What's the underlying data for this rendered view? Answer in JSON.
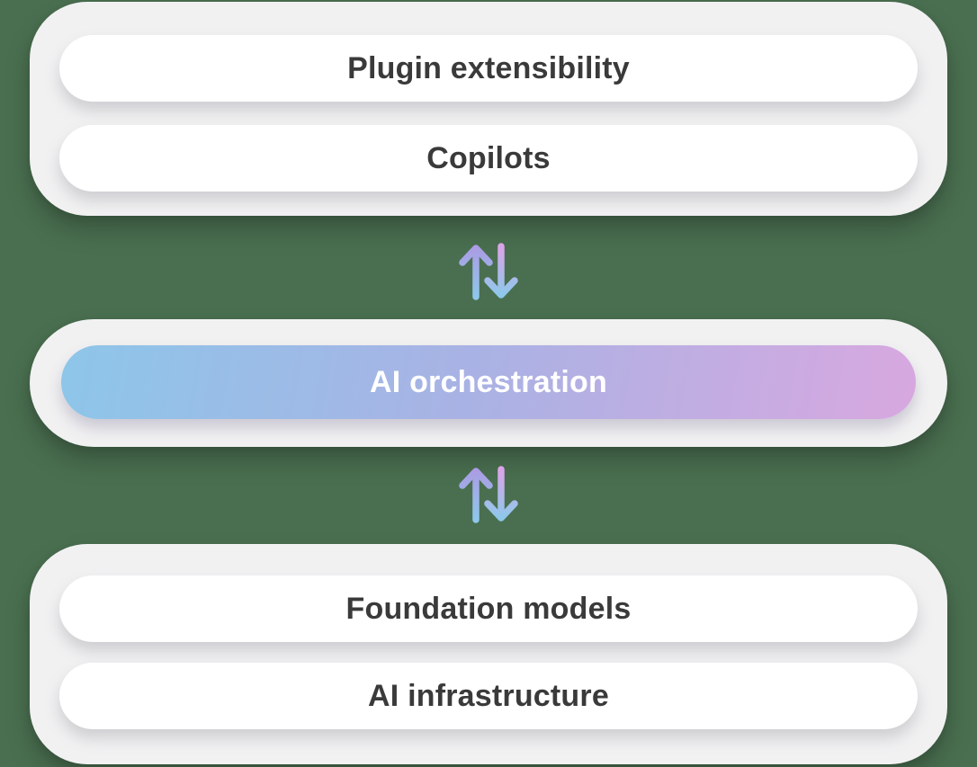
{
  "diagram": {
    "top_group": {
      "items": [
        {
          "label": "Plugin extensibility"
        },
        {
          "label": "Copilots"
        }
      ]
    },
    "middle_group": {
      "label": "AI orchestration"
    },
    "bottom_group": {
      "items": [
        {
          "label": "Foundation models"
        },
        {
          "label": "AI infrastructure"
        }
      ]
    }
  },
  "icons": {
    "between_top_and_middle": "up-down-sync-arrows-icon",
    "between_middle_and_bottom": "up-down-sync-arrows-icon"
  },
  "colors": {
    "background": "#4a6f50",
    "panel": "#f1f1f2",
    "pill": "#ffffff",
    "text": "#3a3a3a",
    "orchestration_text": "#ffffff",
    "gradient_start": "#8dc6e9",
    "gradient_mid": "#a9b2e4",
    "gradient_end": "#d8a8e0",
    "arrow_blue": "#8ec7ea",
    "arrow_purple": "#ab9ce4",
    "arrow_pink": "#dba4e8"
  }
}
